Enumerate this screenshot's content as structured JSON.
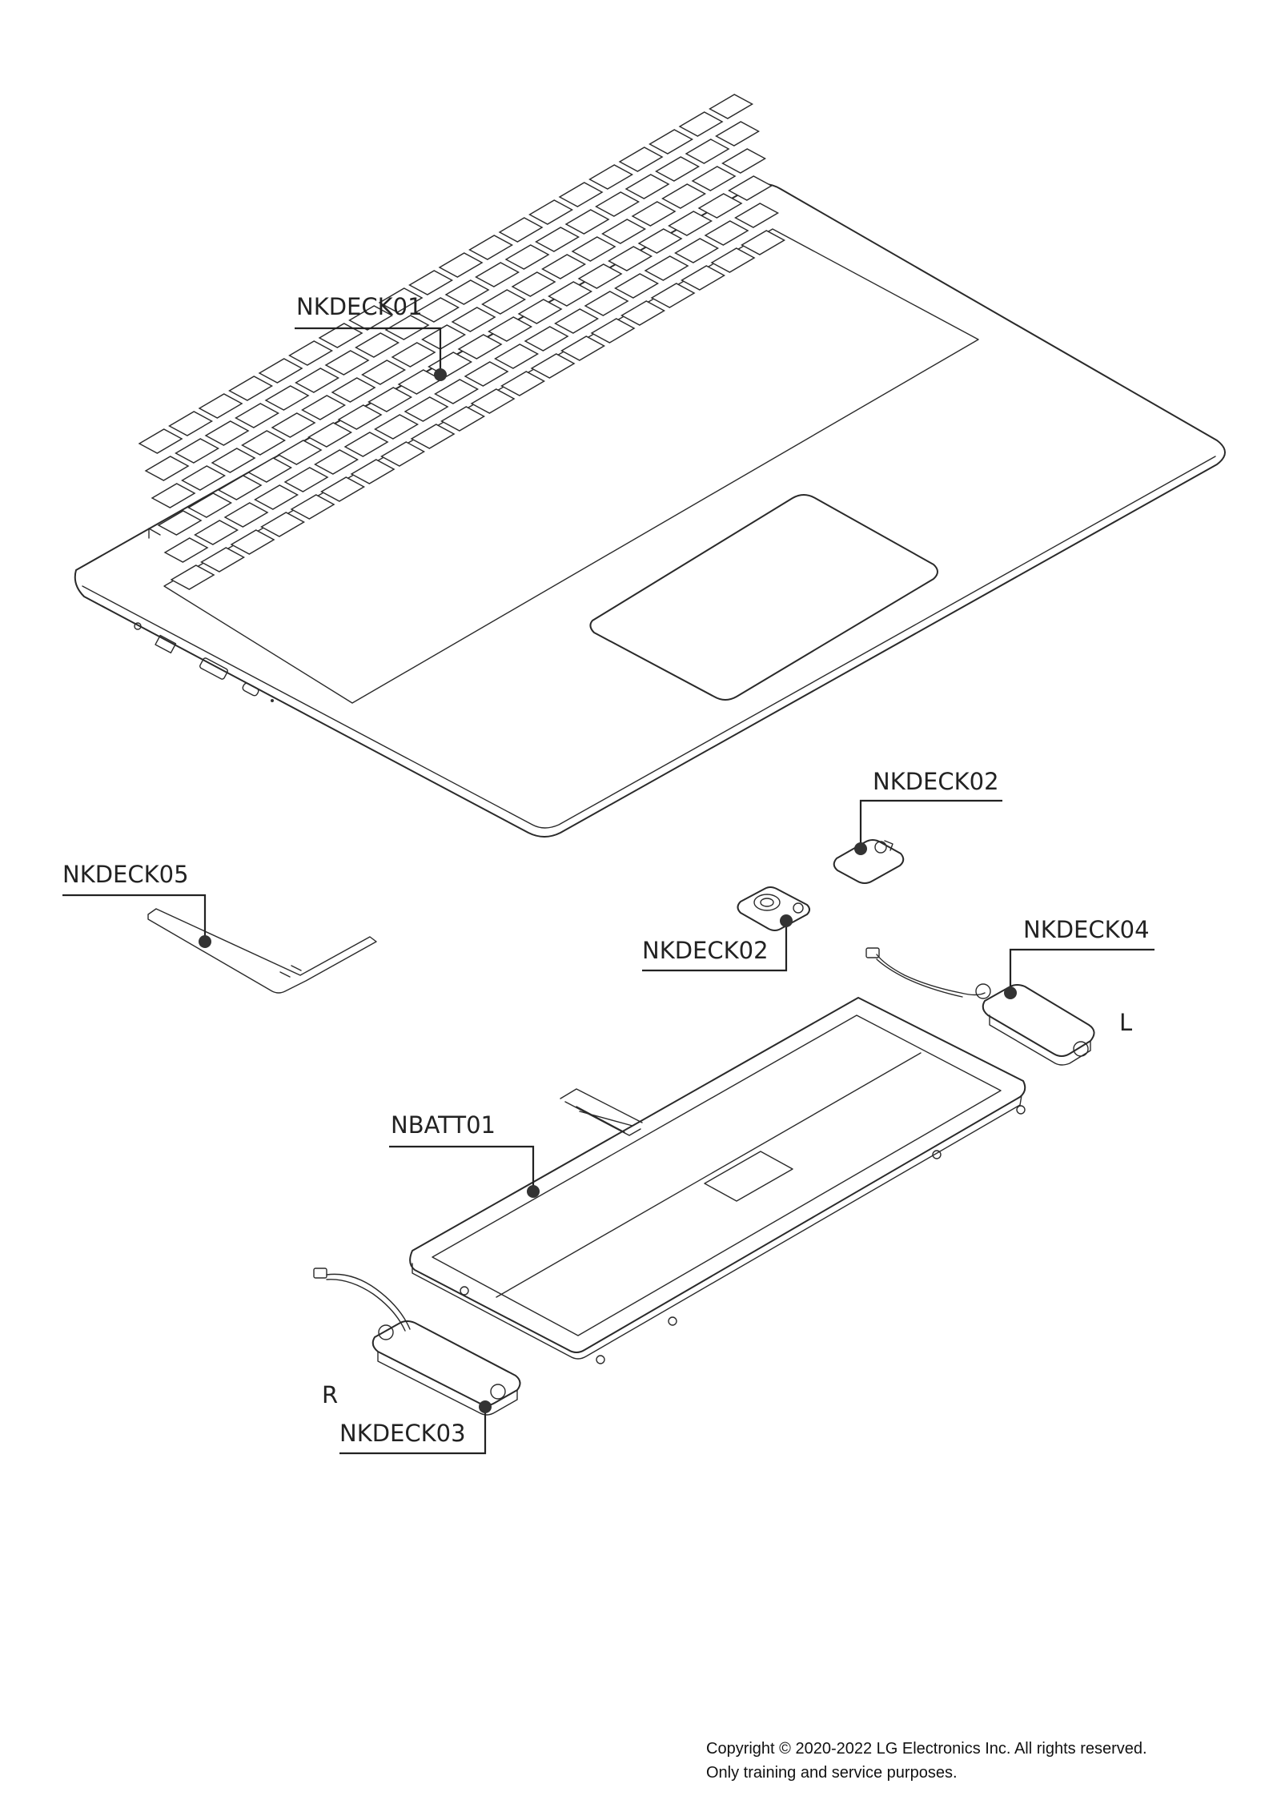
{
  "diagram": {
    "callouts": [
      {
        "id": "c1",
        "label": "NKDECK01"
      },
      {
        "id": "c2",
        "label": "NKDECK02"
      },
      {
        "id": "c3",
        "label": "NKDECK02"
      },
      {
        "id": "c4",
        "label": "NKDECK04"
      },
      {
        "id": "c5",
        "label": "NKDECK05"
      },
      {
        "id": "c6",
        "label": "NBATT01"
      },
      {
        "id": "c7",
        "label": "NKDECK03"
      }
    ],
    "side_labels": {
      "left": "L",
      "right": "R"
    }
  },
  "footer": {
    "line1": "Copyright © 2020-2022 LG Electronics Inc. All rights reserved.",
    "line2": "Only training and service purposes."
  },
  "colors": {
    "line": "#2a2a2a",
    "dot": "#333333",
    "background": "#ffffff"
  }
}
